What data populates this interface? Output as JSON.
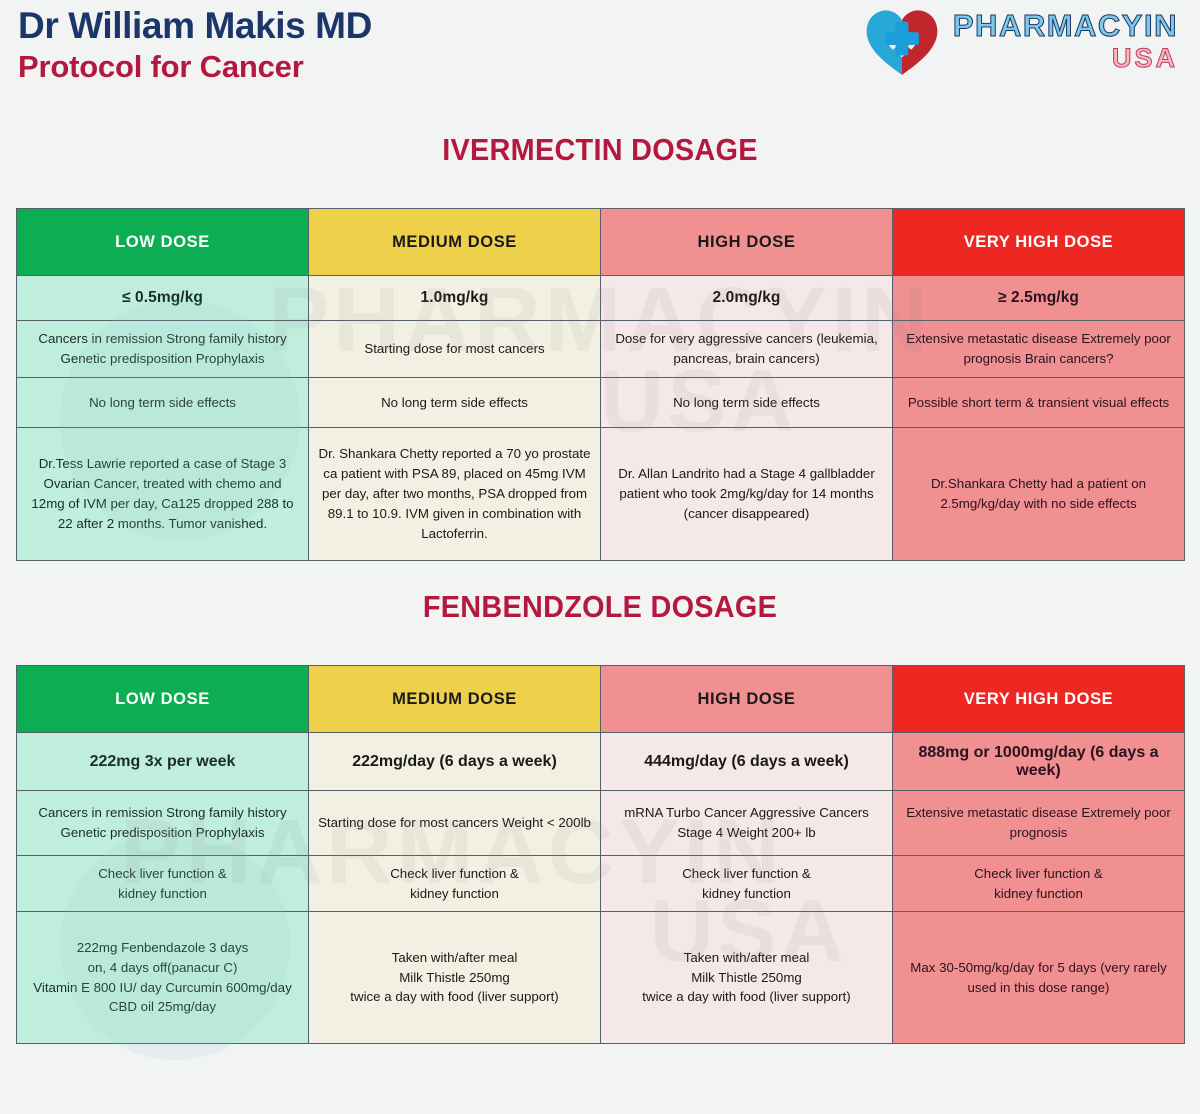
{
  "header": {
    "title_line1": "Dr William Makis MD",
    "title_line2": "Protocol for Cancer",
    "logo": {
      "icon": "heart-hands-cross-icon",
      "brand": "PHARMACYIN",
      "country": "USA"
    }
  },
  "watermark": {
    "line1": "PHARMACYIN",
    "line2": "USA",
    "line3": "PHARMACYIN",
    "line4": "USA"
  },
  "colors": {
    "low_header": "#0dae53",
    "medium_header": "#efd04a",
    "high_header": "#f09090",
    "very_high_header": "#ee2722",
    "low_body": "#bfeedc",
    "medium_body": "#f2f0e2",
    "high_body": "#f5e8e8",
    "very_high_body": "#f09090",
    "title_navy": "#1b3668",
    "title_crimson": "#b5183e",
    "border": "#56606b"
  },
  "sections": [
    {
      "title": "IVERMECTIN DOSAGE",
      "columns": [
        "LOW DOSE",
        "MEDIUM DOSE",
        "HIGH DOSE",
        "VERY HIGH DOSE"
      ],
      "rows": [
        {
          "kind": "dose",
          "cells": [
            "≤ 0.5mg/kg",
            "1.0mg/kg",
            "2.0mg/kg",
            "≥ 2.5mg/kg"
          ]
        },
        {
          "kind": "indication",
          "cells": [
            "Cancers in remission Strong family history Genetic predisposition Prophylaxis",
            "Starting dose for most cancers",
            "Dose for very aggressive cancers (leukemia, pancreas, brain cancers)",
            "Extensive metastatic disease Extremely poor prognosis Brain cancers?"
          ]
        },
        {
          "kind": "side-effects",
          "cells": [
            "No long term side effects",
            "No long term side effects",
            "No long term side effects",
            "Possible short term & transient visual effects"
          ]
        },
        {
          "kind": "notes",
          "cells": [
            "Dr.Tess Lawrie reported a case of Stage 3 Ovarian Cancer, treated with chemo and 12mg of IVM per day, Ca125 dropped 288 to 22 after 2 months. Tumor vanished.",
            "Dr. Shankara Chetty reported a 70 yo prostate ca patient with PSA 89, placed on 45mg IVM per day, after two months, PSA dropped from 89.1 to 10.9. IVM given in combination with Lactoferrin.",
            "Dr. Allan Landrito had a Stage 4 gallbladder patient who took 2mg/kg/day for 14 months (cancer disappeared)",
            "Dr.Shankara Chetty had a patient on 2.5mg/kg/day with no side effects"
          ]
        }
      ]
    },
    {
      "title": "FENBENDZOLE DOSAGE",
      "columns": [
        "LOW DOSE",
        "MEDIUM DOSE",
        "HIGH DOSE",
        "VERY HIGH DOSE"
      ],
      "rows": [
        {
          "kind": "dose",
          "cells": [
            "222mg 3x per week",
            "222mg/day (6 days a week)",
            "444mg/day (6 days a week)",
            "888mg or 1000mg/day (6 days a week)"
          ]
        },
        {
          "kind": "indication",
          "cells": [
            "Cancers in remission Strong family history Genetic predisposition Prophylaxis",
            "Starting dose for most cancers Weight < 200lb",
            "mRNA Turbo Cancer Aggressive Cancers Stage 4 Weight 200+ lb",
            "Extensive metastatic disease Extremely poor prognosis"
          ]
        },
        {
          "kind": "monitoring",
          "cells": [
            "Check liver function &\nkidney function",
            "Check liver function &\nkidney function",
            "Check liver function &\nkidney function",
            "Check liver function &\nkidney function"
          ]
        },
        {
          "kind": "notes",
          "cells": [
            "222mg Fenbendazole 3 days\non, 4 days off(panacur C)\nVitamin E 800 IU/ day Curcumin 600mg/day\nCBD oil 25mg/day",
            "Taken with/after meal\nMilk Thistle 250mg\ntwice a day with food (liver support)",
            "Taken with/after meal\nMilk Thistle 250mg\ntwice a day with food (liver support)",
            "Max 30-50mg/kg/day for 5 days (very rarely used in this dose range)"
          ]
        }
      ]
    }
  ]
}
